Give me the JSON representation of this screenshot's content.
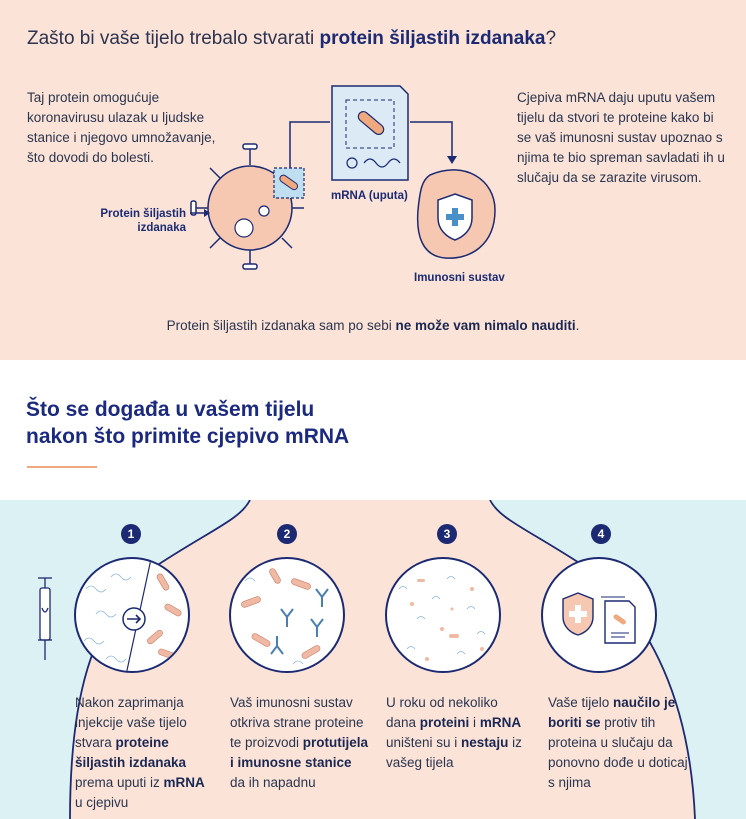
{
  "top": {
    "title_plain": "Zašto bi vaše tijelo trebalo stvarati ",
    "title_bold": "protein šiljastih izdanaka",
    "title_end": "?",
    "left_text": "Taj protein omogućuje koronavirusu ulazak u ljudske stanice i njegovo umnožavanje, što dovodi do bolesti.",
    "right_text": "Cjepiva mRNA daju uputu vašem tijelu da stvori te proteine kako bi se vaš imunosni sustav upoznao s njima te bio spreman savladati ih u slučaju da se zarazite virusom.",
    "label_protein_1": "Protein šiljastih",
    "label_protein_2": "izdanaka",
    "label_mrna": "mRNA (uputa)",
    "label_immune": "Imunosni sustav",
    "bottom_plain": "Protein šiljastih izdanaka sam po sebi ",
    "bottom_bold": "ne može vam nimalo nauditi",
    "bottom_end": "."
  },
  "section": {
    "title_line1": "Što se događa u vašem tijelu",
    "title_line2": "nakon što primite cjepivo mRNA"
  },
  "steps": [
    {
      "num": "1",
      "parts": [
        "Nakon zaprimanja injekcije vaše tijelo stvara ",
        "proteine šiljastih izdanaka",
        " prema uputi iz ",
        "mRNA",
        " u cjepivu"
      ]
    },
    {
      "num": "2",
      "parts": [
        "Vaš imunosni sustav otkriva strane proteine te proizvodi ",
        "protutijela i imunosne stanice",
        " da ih napadnu"
      ]
    },
    {
      "num": "3",
      "parts": [
        "U roku od nekoliko dana ",
        "proteini",
        " i ",
        "mRNA",
        " uništeni su i ",
        "nestaju",
        " iz vašeg tijela"
      ]
    },
    {
      "num": "4",
      "parts": [
        "Vaše tijelo ",
        "naučilo je boriti se",
        " protiv tih proteina u slučaju da ponovno dođe u doticaj s njima"
      ]
    }
  ],
  "colors": {
    "peach": "#fbe3d7",
    "navy": "#1b2a73",
    "light_blue": "#dcf1f3",
    "orange": "#f0a97f"
  }
}
